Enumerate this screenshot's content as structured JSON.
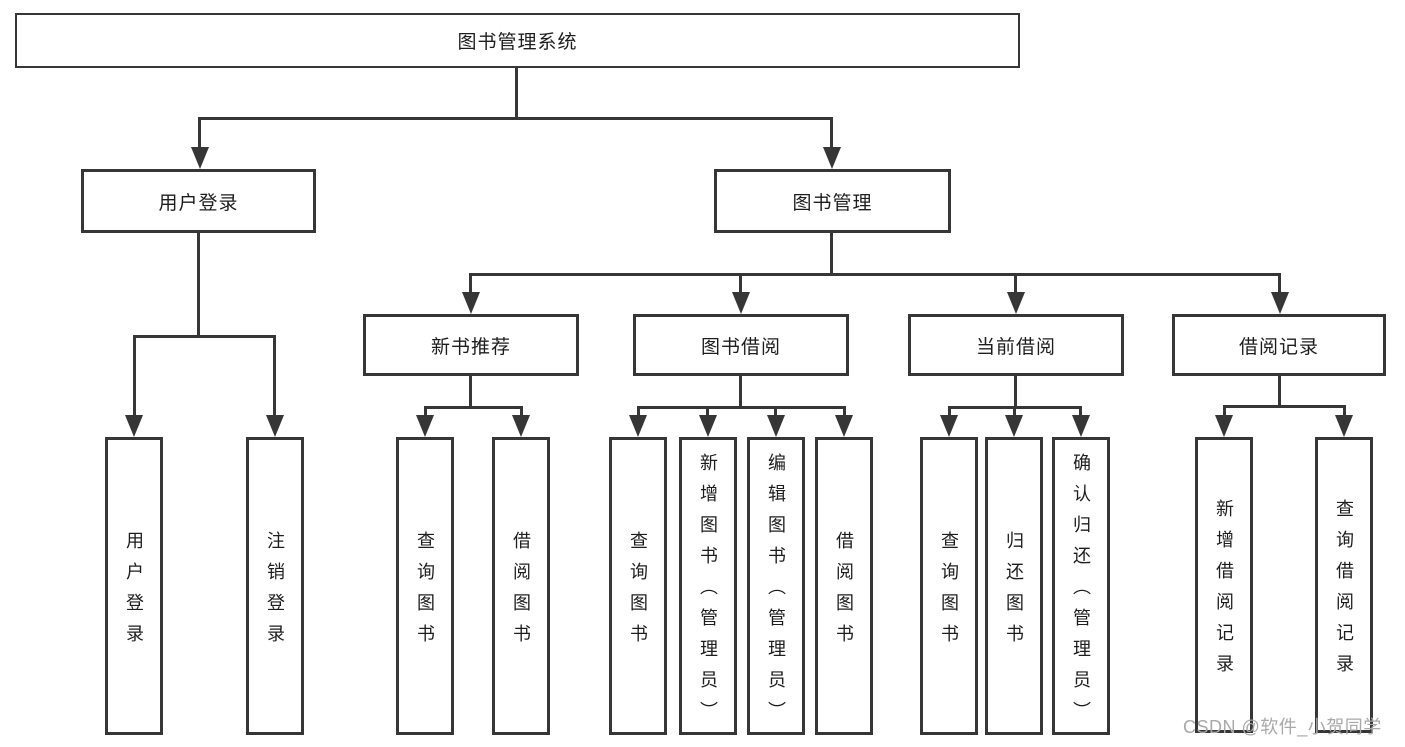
{
  "diagram": {
    "title": "图书管理系统",
    "tree": {
      "root": {
        "label": "图书管理系统"
      },
      "children": [
        {
          "label": "用户登录",
          "children": [
            {
              "label": "用户登录"
            },
            {
              "label": "注销登录"
            }
          ]
        },
        {
          "label": "图书管理",
          "children": [
            {
              "label": "新书推荐",
              "children": [
                {
                  "label": "查询图书"
                },
                {
                  "label": "借阅图书"
                }
              ]
            },
            {
              "label": "图书借阅",
              "children": [
                {
                  "label": "查询图书"
                },
                {
                  "label": "新增图书（管理员）"
                },
                {
                  "label": "编辑图书（管理员）"
                },
                {
                  "label": "借阅图书"
                }
              ]
            },
            {
              "label": "当前借阅",
              "children": [
                {
                  "label": "查询图书"
                },
                {
                  "label": "归还图书"
                },
                {
                  "label": "确认归还（管理员）"
                }
              ]
            },
            {
              "label": "借阅记录",
              "children": [
                {
                  "label": "新增借阅记录"
                },
                {
                  "label": "查询借阅记录"
                }
              ]
            }
          ]
        }
      ]
    }
  },
  "watermark": {
    "text": "CSDN @软件_小贺同学"
  },
  "colors": {
    "background": "#ffffff",
    "line": "#363636",
    "box_border": "#363636",
    "text": "#1d1d1d",
    "watermark": "#a9a9a9"
  }
}
